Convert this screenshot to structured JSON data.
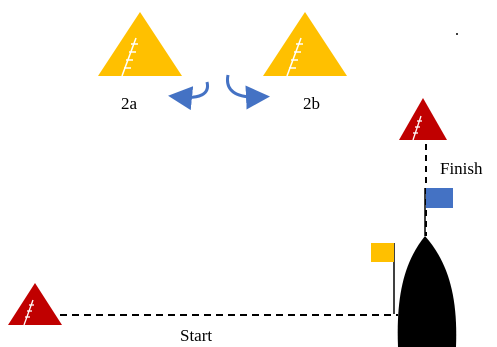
{
  "labels": {
    "mark_2a": "2a",
    "mark_2b": "2b",
    "finish": "Finish",
    "start": "Start"
  },
  "colors": {
    "yellow_mark": "#ffc000",
    "red_mark": "#c00000",
    "arrow": "#4472c4",
    "blue_flag": "#4472c4",
    "yellow_flag": "#ffc000",
    "boat": "#000000",
    "line": "#000000"
  },
  "icons": {
    "mark_2a": "yellow-triangle-mark-icon",
    "mark_2b": "yellow-triangle-mark-icon",
    "finish_mark": "red-triangle-mark-icon",
    "start_mark": "red-triangle-mark-icon",
    "arrow_left": "curved-arrow-left-icon",
    "arrow_right": "curved-arrow-right-icon",
    "committee_boat": "boat-icon",
    "blue_flag": "blue-flag-icon",
    "yellow_flag": "yellow-flag-icon"
  }
}
